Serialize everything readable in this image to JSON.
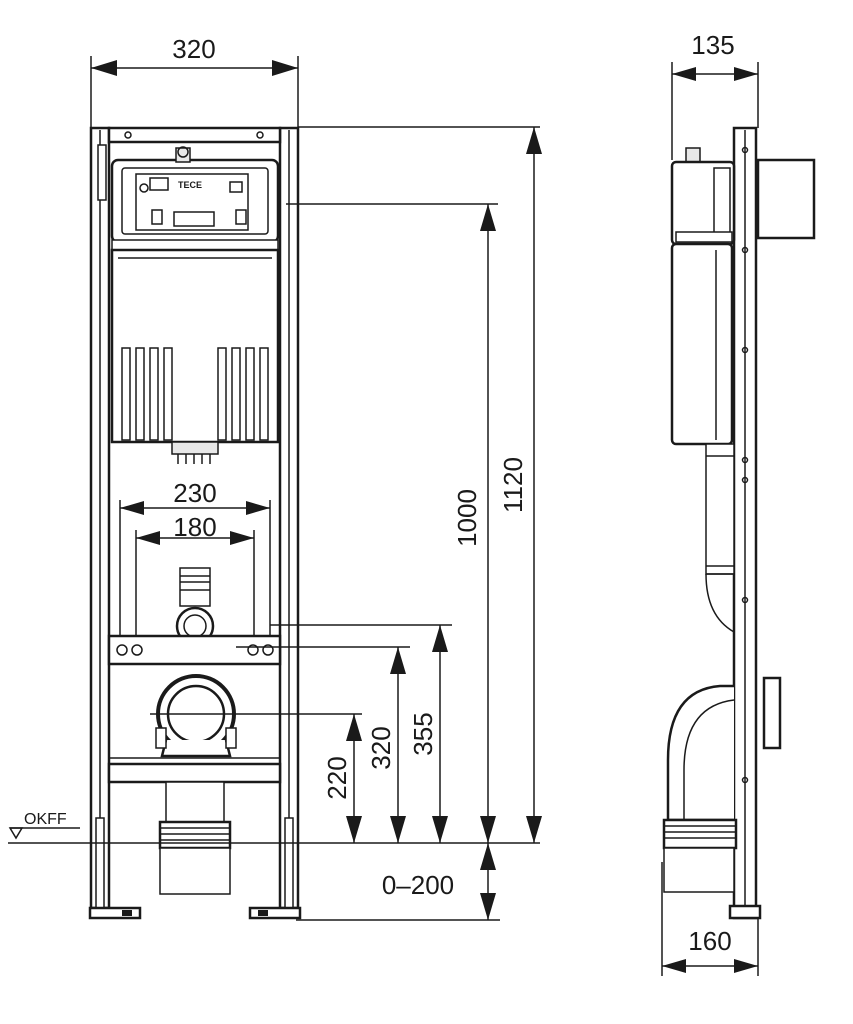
{
  "brand_label": "TECE",
  "floor_label": "OKFF",
  "front_view": {
    "width_total": "320",
    "flush_plate_outer": "230",
    "flush_plate_inner": "180",
    "height_total": "1120",
    "height_to_actuator": "1000",
    "height_fix_bolts": "355",
    "height_waste_axis": "320",
    "height_outlet": "220",
    "foot_adjust": "0–200"
  },
  "side_view": {
    "depth_top": "135",
    "depth_bottom": "160"
  }
}
